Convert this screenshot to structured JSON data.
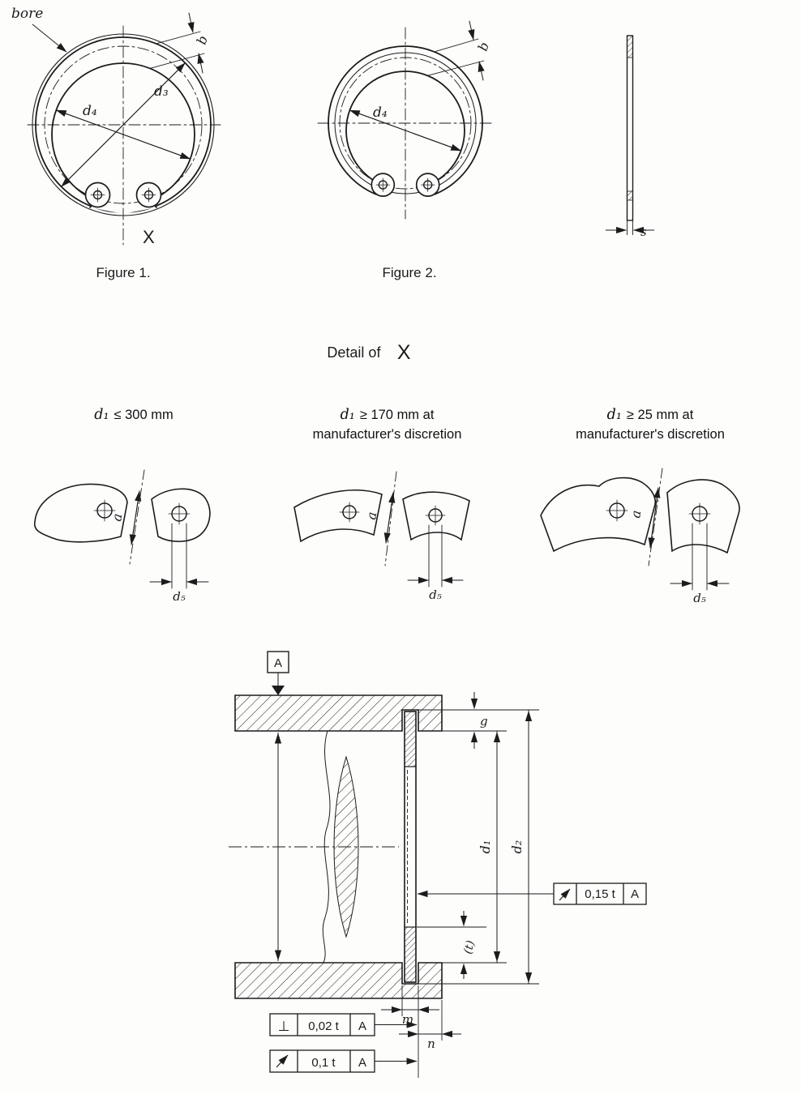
{
  "figures": {
    "bore_label": "bore",
    "fig1": {
      "caption": "Figure 1.",
      "dim_d3": "d₃",
      "dim_d4": "d₄",
      "dim_b": "b",
      "x_marker": "X"
    },
    "fig2": {
      "caption": "Figure 2.",
      "dim_d4": "d₄",
      "dim_b": "b"
    },
    "side": {
      "dim_s": "s"
    }
  },
  "detail": {
    "heading_prefix": "Detail of",
    "heading_symbol": "X",
    "variants": [
      {
        "symbol": "d₁",
        "condition": "≤ 300 mm",
        "line2": "",
        "dim_a": "a",
        "dim_d5": "d₅"
      },
      {
        "symbol": "d₁",
        "condition": "≥ 170 mm at",
        "line2": "manufacturer's discretion",
        "dim_a": "a",
        "dim_d5": "d₅"
      },
      {
        "symbol": "d₁",
        "condition": "≥ 25 mm at",
        "line2": "manufacturer's discretion",
        "dim_a": "a",
        "dim_d5": "d₅"
      }
    ]
  },
  "section": {
    "datum_label": "A",
    "dims": {
      "g": "g",
      "d1": "d₁",
      "d2": "d₂",
      "m": "m",
      "n": "n",
      "t_ref": "(t)"
    },
    "perp_glyph": "⊥",
    "tolerances": [
      {
        "symbol": "circular-runout",
        "value": "0,15 t",
        "datum": "A"
      },
      {
        "symbol": "perpendicularity",
        "value": "0,02 t",
        "datum": "A"
      },
      {
        "symbol": "circular-runout",
        "value": "0,1 t",
        "datum": "A"
      }
    ]
  }
}
